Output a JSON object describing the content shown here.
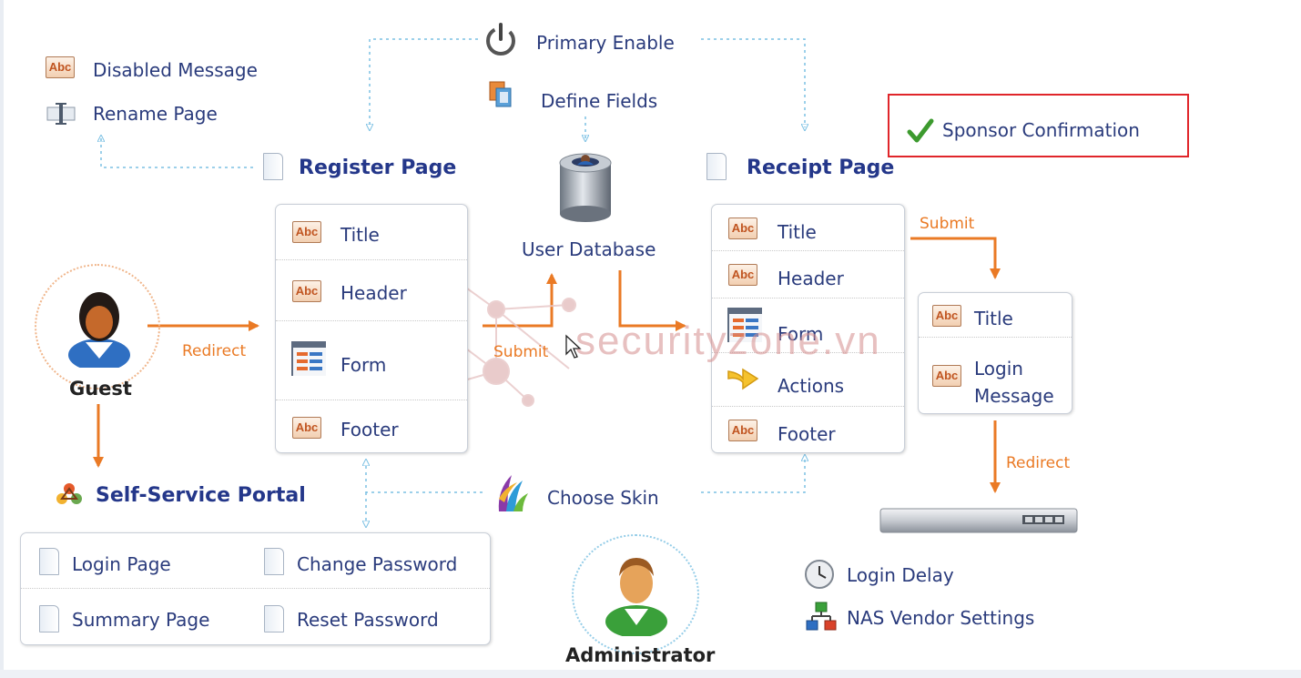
{
  "top": {
    "primary_enable": "Primary Enable",
    "define_fields": "Define Fields",
    "disabled_message": "Disabled Message",
    "rename_page": "Rename Page",
    "sponsor_confirmation": "Sponsor Confirmation"
  },
  "register_page": {
    "title": "Register Page",
    "items": [
      "Title",
      "Header",
      "Form",
      "Footer"
    ]
  },
  "receipt_page": {
    "title": "Receipt Page",
    "items": [
      "Title",
      "Header",
      "Form",
      "Actions",
      "Footer"
    ]
  },
  "user_database": "User Database",
  "guest": "Guest",
  "administrator": "Administrator",
  "flow_labels": {
    "redirect_left": "Redirect",
    "submit_middle": "Submit",
    "submit_right": "Submit",
    "redirect_right": "Redirect"
  },
  "login_box": {
    "title": "Title",
    "message": "Login Message"
  },
  "self_service": {
    "title": "Self-Service Portal",
    "items": [
      "Login Page",
      "Change Password",
      "Summary Page",
      "Reset Password"
    ]
  },
  "choose_skin": "Choose Skin",
  "login_delay": "Login Delay",
  "nas_vendor_settings": "NAS Vendor Settings",
  "watermark": "securityzone.vn",
  "colors": {
    "accent_orange": "#ea7a25",
    "title_blue": "#24378a",
    "highlight_red": "#e0252a",
    "connector_blue": "#7cc0e4"
  },
  "icons": {
    "primary_enable": "power-icon",
    "define_fields": "fields-icon",
    "disabled_message": "abc-text-icon",
    "rename_page": "rename-icon",
    "sponsor_confirmation": "checkmark-icon",
    "login_delay": "clock-icon",
    "nas_vendor_settings": "network-icon",
    "choose_skin": "skin-palette-icon",
    "self_service": "portal-icon"
  }
}
